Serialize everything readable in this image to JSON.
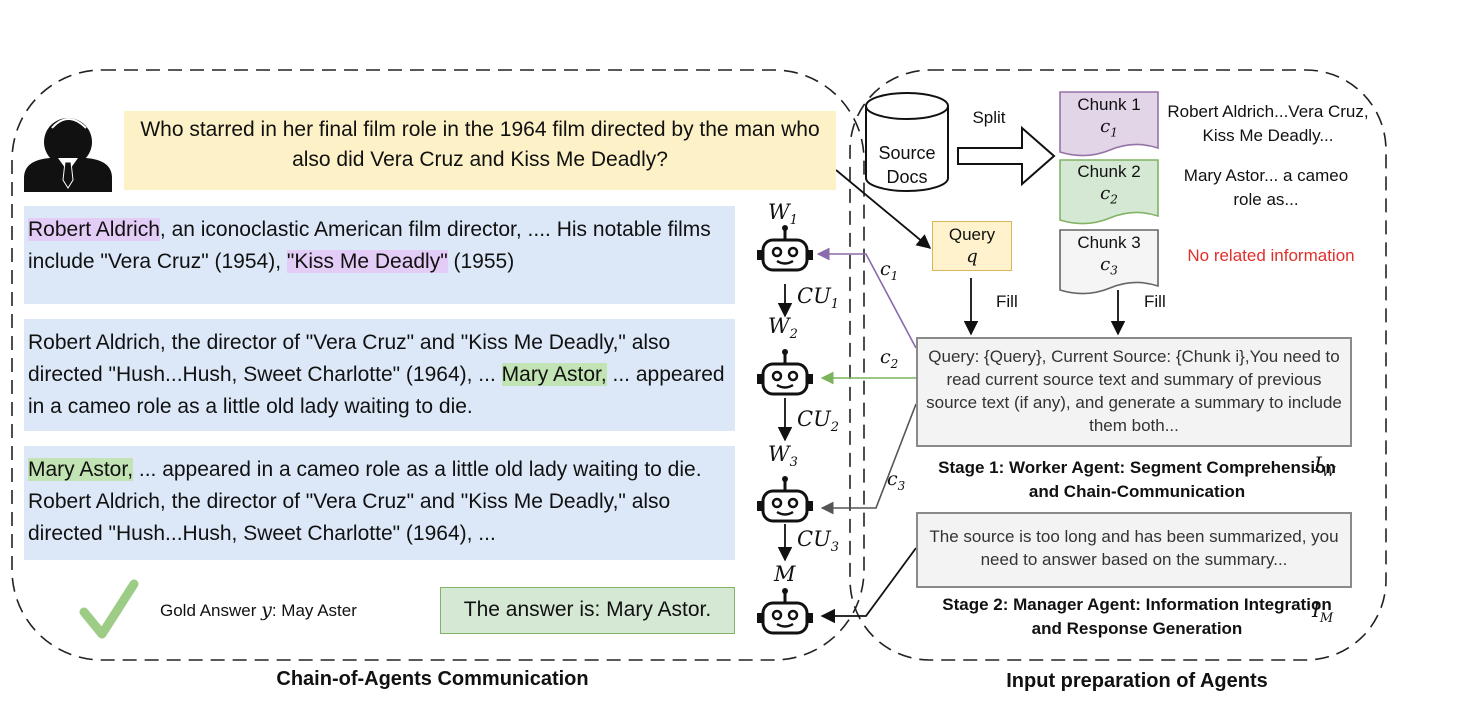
{
  "left_panel": {
    "question": "Who starred in her final film role in the 1964 film directed by the man who also did Vera Cruz and Kiss Me Deadly?",
    "chunks": [
      {
        "parts": [
          {
            "text": "Robert Aldrich",
            "hl": "purple"
          },
          {
            "text": ", an iconoclastic American film director, .... His notable films include \"Vera Cruz\" (1954), ",
            "hl": ""
          },
          {
            "text": "\"Kiss Me Deadly\"",
            "hl": "purple"
          },
          {
            "text": " (1955)",
            "hl": ""
          }
        ]
      },
      {
        "parts": [
          {
            "text": "Robert Aldrich, the director of \"Vera Cruz\" and \"Kiss Me Deadly,\" also directed \"Hush...Hush, Sweet Charlotte\" (1964), ... ",
            "hl": ""
          },
          {
            "text": "Mary Astor,",
            "hl": "green"
          },
          {
            "text": " ... appeared in a cameo role as a little old lady waiting to die.",
            "hl": ""
          }
        ]
      },
      {
        "parts": [
          {
            "text": " ",
            "hl": ""
          },
          {
            "text": "Mary Astor,",
            "hl": "green"
          },
          {
            "text": " ... appeared in a cameo role as a little old lady waiting to die. Robert Aldrich, the director of \"Vera Cruz\" and \"Kiss Me Deadly,\" also directed \"Hush...Hush, Sweet Charlotte\" (1964), ...",
            "hl": ""
          }
        ]
      }
    ],
    "gold_answer_prefix": "Gold Answer",
    "gold_answer_var": "y",
    "gold_answer_value": ": May Aster",
    "final_answer": "The answer is: Mary Astor.",
    "caption": "Chain-of-Agents Communication"
  },
  "agents": {
    "worker_labels": [
      "W",
      "W",
      "W"
    ],
    "worker_subs": [
      "1",
      "2",
      "3"
    ],
    "manager_label": "M",
    "cu_labels": [
      "CU",
      "CU",
      "CU"
    ],
    "cu_subs": [
      "1",
      "2",
      "3"
    ],
    "c_labels": [
      "c",
      "c",
      "c"
    ],
    "c_subs": [
      "1",
      "2",
      "3"
    ]
  },
  "right_panel": {
    "source_docs": "Source Docs",
    "split_label": "Split",
    "chunk_boxes": [
      {
        "title": "Chunk 1",
        "var": "c",
        "sub": "1",
        "color": "#e1d5e7",
        "border": "#9673a6",
        "desc": "Robert Aldrich...Vera Cruz, Kiss Me Deadly...",
        "desc_color": "#111111"
      },
      {
        "title": "Chunk 2",
        "var": "c",
        "sub": "2",
        "color": "#d5e8d4",
        "border": "#82b366",
        "desc": "Mary Astor... a cameo role as...",
        "desc_color": "#111111"
      },
      {
        "title": "Chunk 3",
        "var": "c",
        "sub": "3",
        "color": "#f5f5f5",
        "border": "#666666",
        "desc": "No related information",
        "desc_color": "#e0302a"
      }
    ],
    "query_title": "Query",
    "query_var": "q",
    "fill_label_1": "Fill",
    "fill_label_2": "Fill",
    "worker_prompt": "Query: {Query}, Current Source: {Chunk i},You need to read current source text and summary of previous source text (if any), and generate a summary to include them both...",
    "stage1_caption": "Stage 1: Worker Agent: Segment Comprehension and Chain-Communication",
    "iw_var": "I",
    "iw_sub": "W",
    "manager_prompt": "The source is too long and has been summarized, you need to answer based on the summary...",
    "stage2_caption": "Stage 2: Manager Agent: Information Integration and Response Generation",
    "im_var": "I",
    "im_sub": "M",
    "caption": "Input preparation of Agents"
  },
  "colors": {
    "purple_arrow": "#8a6bab",
    "green_arrow": "#7cb35e",
    "gray_arrow": "#555555"
  }
}
